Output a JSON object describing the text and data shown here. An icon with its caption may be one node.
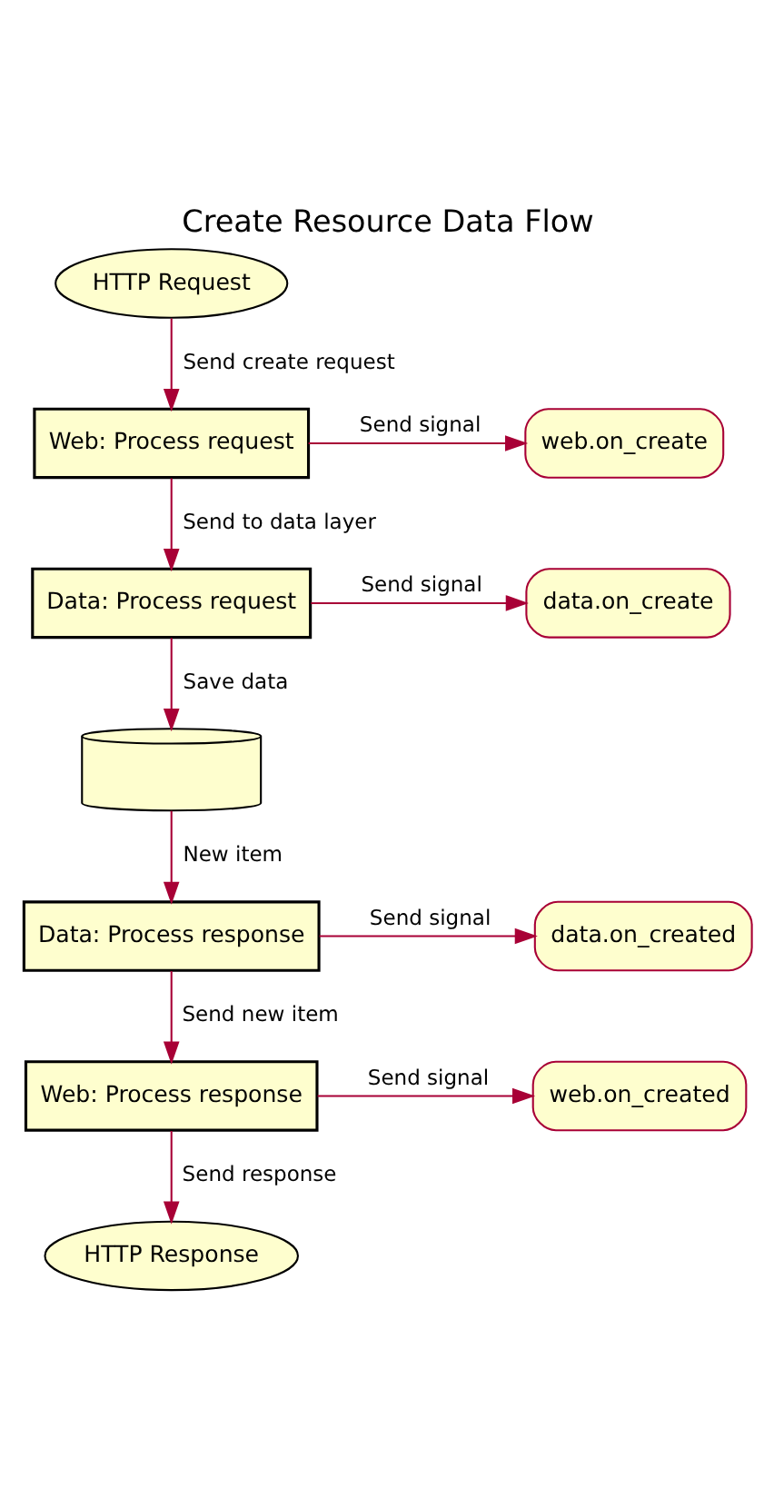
{
  "diagram": {
    "title": "Create Resource Data Flow",
    "nodes": [
      {
        "text": [
          "HTTP Request"
        ]
      },
      {
        "text": [
          "Web: Process request"
        ]
      },
      {
        "text": [
          "web.on_create"
        ]
      },
      {
        "text": [
          "Data: Process request"
        ]
      },
      {
        "text": [
          "data.on_create"
        ]
      },
      {
        "text": [],
        "shape": "cylinder"
      },
      {
        "text": [
          "Data: Process response"
        ]
      },
      {
        "text": [
          "data.on_created"
        ]
      },
      {
        "text": [
          "Web: Process response"
        ]
      },
      {
        "text": [
          "web.on_created"
        ]
      },
      {
        "text": [
          "HTTP Response"
        ]
      }
    ],
    "edges": [
      {
        "from": 0,
        "to": 1,
        "arrow": "to",
        "label": "Send create request"
      },
      {
        "from": 1,
        "to": 2,
        "arrow": "to",
        "label": "Send signal"
      },
      {
        "from": 1,
        "to": 3,
        "arrow": "to",
        "label": "Send to data layer"
      },
      {
        "from": 3,
        "to": 4,
        "arrow": "to",
        "label": "Send signal"
      },
      {
        "from": 3,
        "to": 5,
        "arrow": "to",
        "label": "Save data"
      },
      {
        "from": 5,
        "to": 6,
        "arrow": "to",
        "label": "New item"
      },
      {
        "from": 6,
        "to": 7,
        "arrow": "to",
        "label": "Send signal"
      },
      {
        "from": 6,
        "to": 8,
        "arrow": "to",
        "label": "Send new item"
      },
      {
        "from": 8,
        "to": 9,
        "arrow": "to",
        "label": "Send signal"
      },
      {
        "from": 8,
        "to": 10,
        "arrow": "to",
        "label": "Send response"
      }
    ]
  }
}
